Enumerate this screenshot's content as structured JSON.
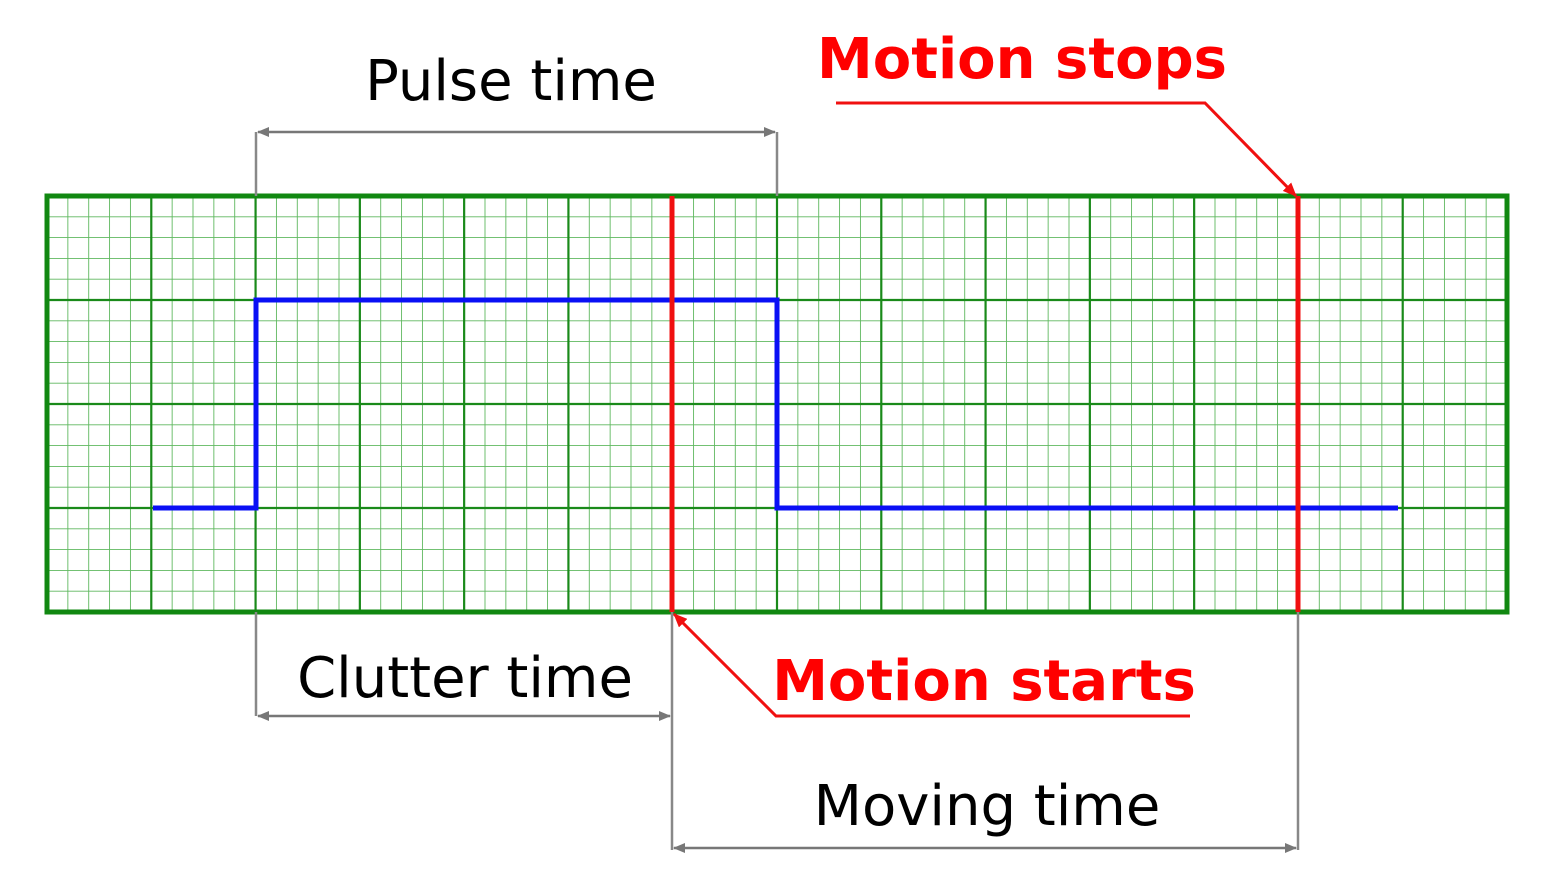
{
  "labels": {
    "pulse_time": "Pulse time",
    "clutter_time": "Clutter time",
    "moving_time": "Moving time",
    "motion_starts": "Motion starts",
    "motion_stops": "Motion stops"
  },
  "colors": {
    "grid_major": "#1a8a1a",
    "grid_minor": "#5fb85f",
    "grid_border": "#118811",
    "signal": "#0a10f5",
    "motion_marker": "#f01010",
    "dimension": "#777777",
    "label_text": "#000000",
    "annotation_text": "#ff0000"
  },
  "icons": {
    "dimension_arrowheads": "arrowhead-icon"
  }
}
